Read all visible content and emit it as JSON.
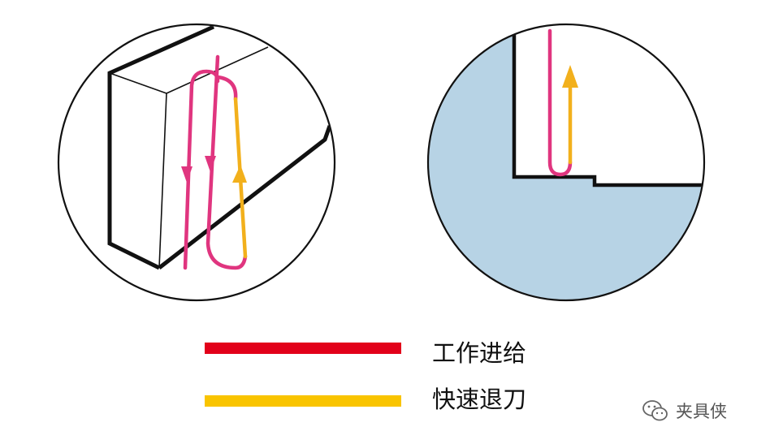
{
  "legend": {
    "feed": {
      "label": "工作进给",
      "color": "#e2001a"
    },
    "retract": {
      "label": "快速退刀",
      "color": "#f9c400"
    }
  },
  "watermark": {
    "text": "夹具侠",
    "icon": "wechat-icon"
  },
  "colors": {
    "feed_path": "#e0357f",
    "retract_path": "#f2b01c",
    "outline": "#111111",
    "workpiece_fill": "#b7d3e5",
    "circle_fill": "#ffffff"
  }
}
